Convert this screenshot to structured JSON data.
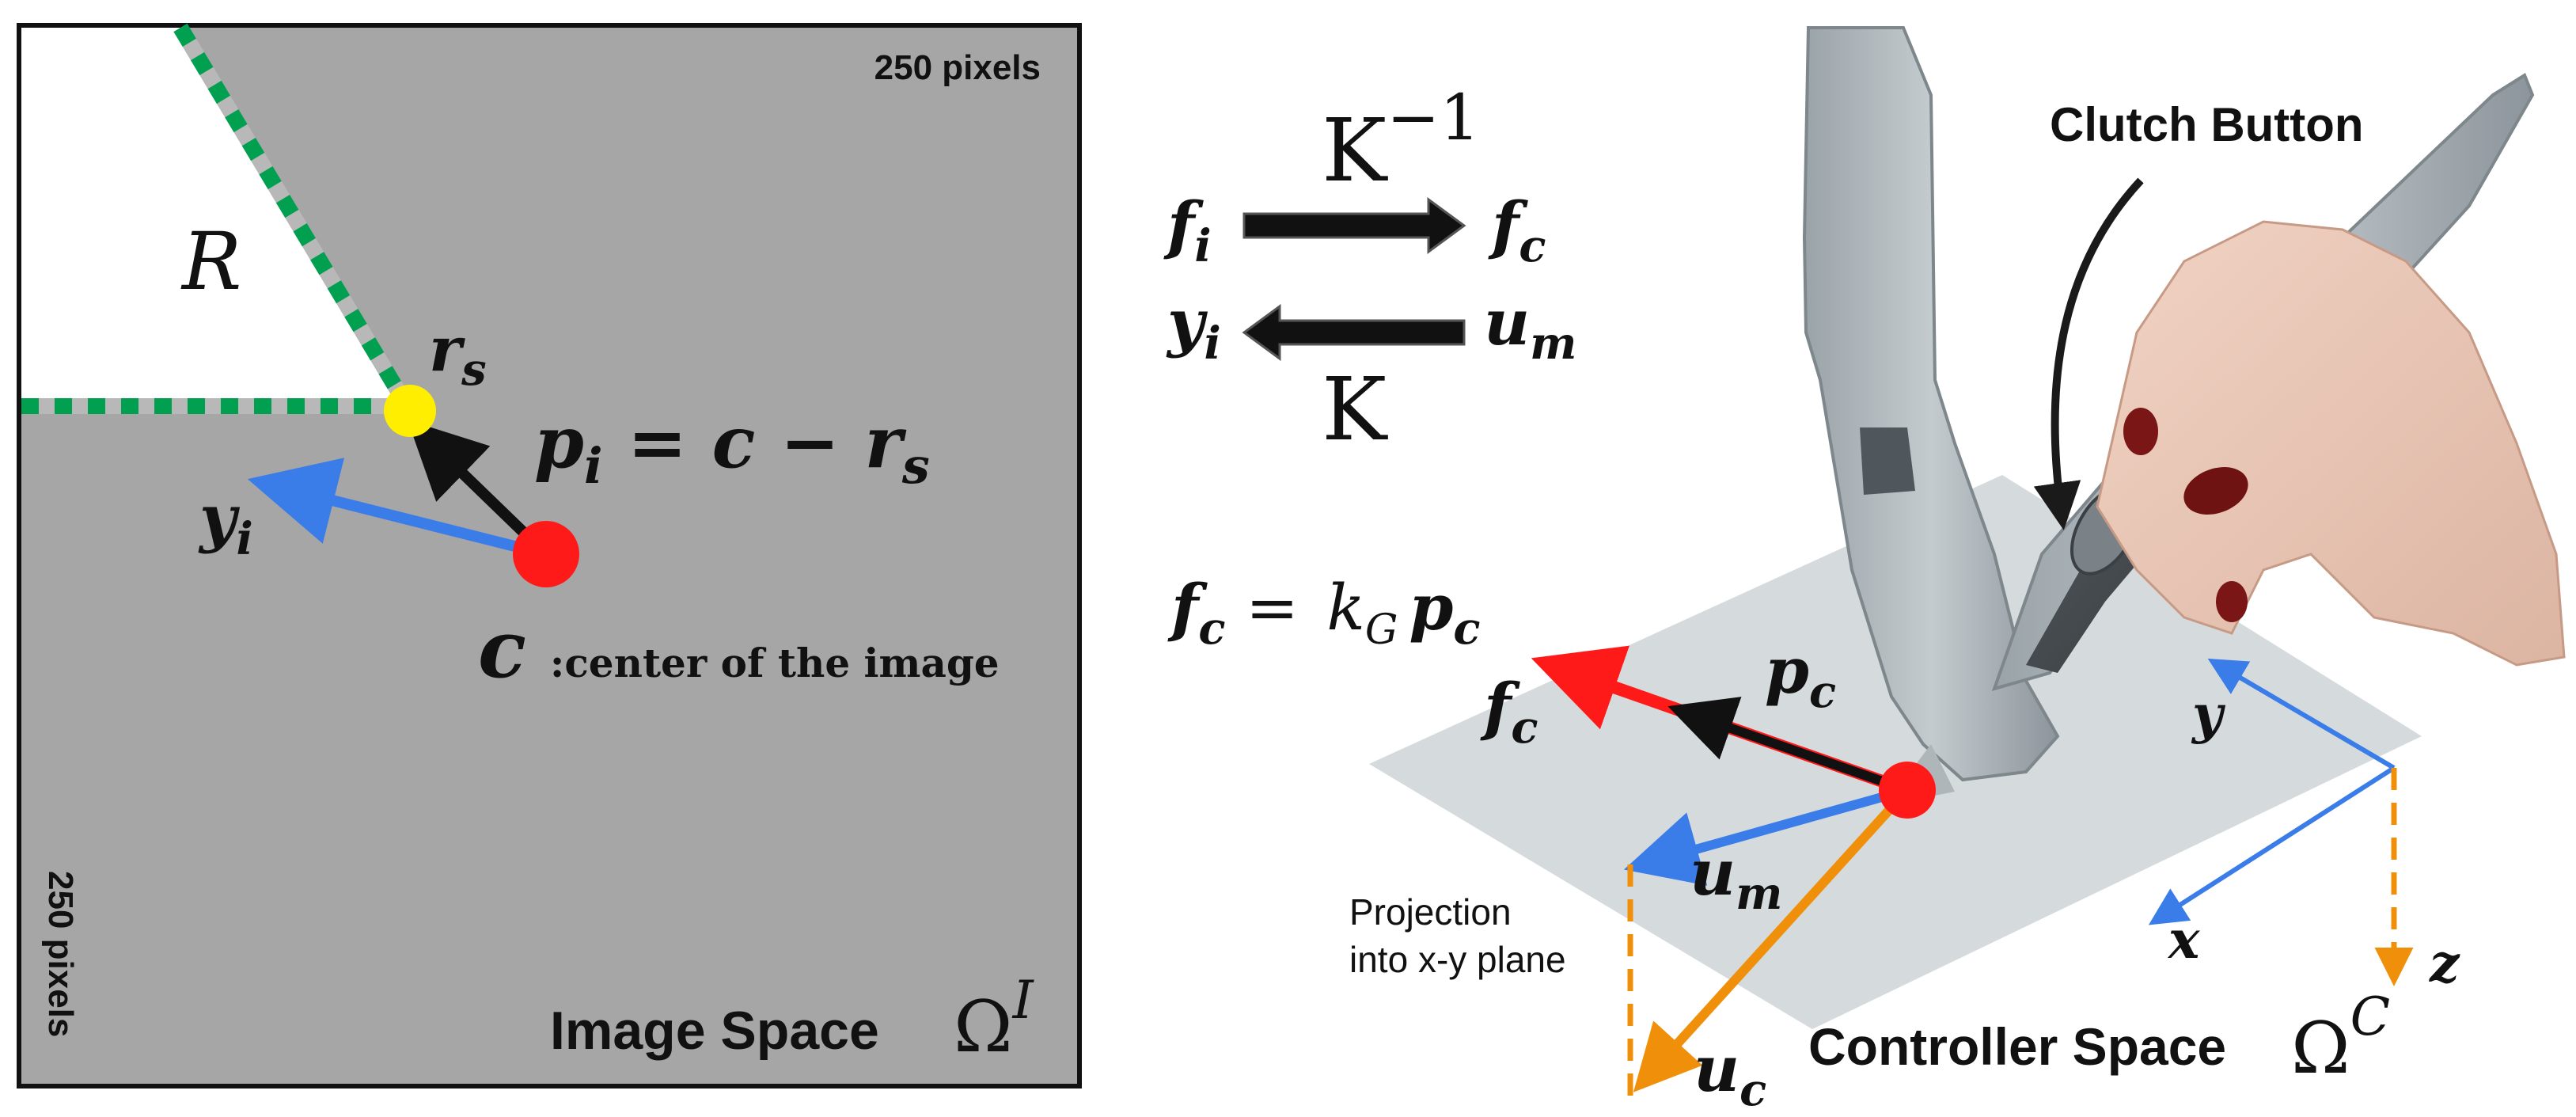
{
  "image_space": {
    "size_top": "250 pixels",
    "size_side": "250 pixels",
    "region_label": "R",
    "title": "Image Space",
    "omega": "Ω",
    "omega_sup": "I",
    "yi_main": "y",
    "yi_sub": "i",
    "rs_main": "r",
    "rs_sub": "s",
    "c_label": "c",
    "c_desc": ":center of the image",
    "eq_p": "p",
    "eq_p_sub": "i",
    "eq_c": "c",
    "eq_r": "r",
    "eq_r_sub": "s"
  },
  "mapping": {
    "k_inv_main": "K",
    "k_inv_sup": "−1",
    "k": "K",
    "fi_main": "f",
    "fi_sub": "i",
    "fc_main": "f",
    "fc_sub": "c",
    "yi_main": "y",
    "yi_sub": "i",
    "um_main": "u",
    "um_sub": "m"
  },
  "force_eq": {
    "f": "f",
    "f_sub": "c",
    "k": "k",
    "k_sub": "G",
    "p": "p",
    "p_sub": "c"
  },
  "controller_space": {
    "clutch_label": "Clutch Button",
    "title": "Controller Space",
    "omega": "Ω",
    "omega_sup": "C",
    "projection_line1": "Projection",
    "projection_line2": "into x-y plane",
    "x": "x",
    "y": "y",
    "z": "z",
    "pc_main": "p",
    "pc_sub": "c",
    "fc_main": "f",
    "fc_sub": "c",
    "um_main": "u",
    "um_sub": "m",
    "uc_main": "u",
    "uc_sub": "c"
  },
  "colors": {
    "image_bg": "#a6a6a6",
    "dashed_green": "#00a050",
    "blue": "#3b7de8",
    "red": "#ff1a1a",
    "yellow": "#ffee00",
    "orange": "#f0900a",
    "plane": "#d5dadd",
    "arrow_black": "#111111"
  }
}
